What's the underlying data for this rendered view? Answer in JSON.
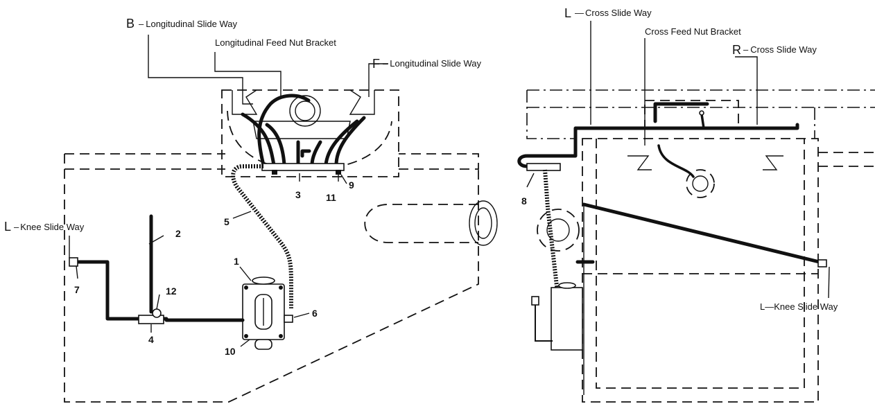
{
  "left_view": {
    "labels": {
      "b_prefix": "B",
      "b_text": "Longitudinal Slide Way",
      "nut_bracket": "Longitudinal Feed Nut Bracket",
      "f_prefix": "F",
      "f_text": "Longitudinal Slide Way",
      "knee_prefix": "L",
      "knee_text": "Knee Slide Way"
    },
    "part_numbers": {
      "n1": "1",
      "n2": "2",
      "n3": "3",
      "n4": "4",
      "n5": "5",
      "n6": "6",
      "n7": "7",
      "n9": "9",
      "n10": "10",
      "n11": "11",
      "n12": "12"
    }
  },
  "right_view": {
    "labels": {
      "l_cross_prefix": "L",
      "l_cross_text": "Cross Slide Way",
      "cross_nut": "Cross Feed Nut Bracket",
      "r_cross_prefix": "R",
      "r_cross_text": "Cross Slide Way",
      "knee_text": "L—Knee Slide Way"
    },
    "part_numbers": {
      "n8": "8"
    }
  }
}
